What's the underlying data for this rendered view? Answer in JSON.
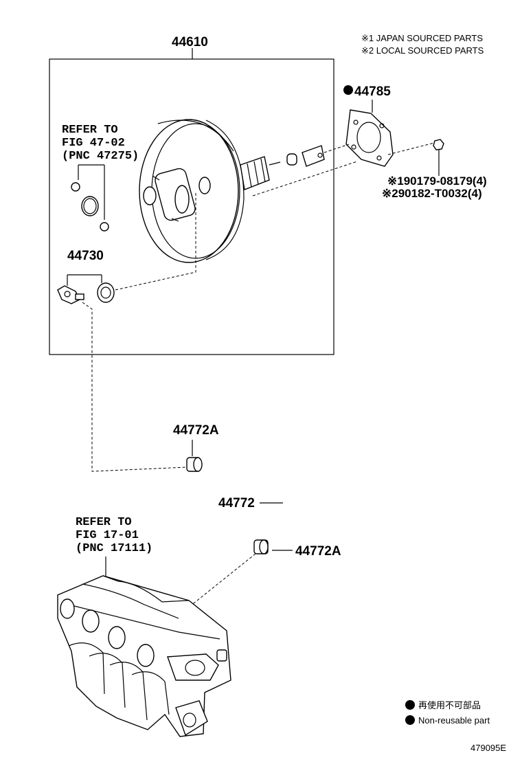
{
  "notes": {
    "japan": "※1 JAPAN SOURCED PARTS",
    "local": "※2 LOCAL SOURCED PARTS"
  },
  "parts": {
    "booster": "44610",
    "gasket": "44785",
    "bolt_japan": "※190179-08179(4)",
    "bolt_local": "※290182-T0032(4)",
    "check_valve": "44730",
    "hose_clamp_upper": "44772A",
    "hose": "44772",
    "hose_clamp_lower": "44772A"
  },
  "refer_fig47": {
    "line1": "REFER TO",
    "line2": "FIG 47-02",
    "line3": "(PNC 47275)"
  },
  "refer_fig17": {
    "line1": "REFER TO",
    "line2": "FIG 17-01",
    "line3": "(PNC 17111)"
  },
  "legend": {
    "non_reusable_jp": "再使用不可部品",
    "non_reusable_en": "Non-reusable part"
  },
  "figure_id": "479095E"
}
